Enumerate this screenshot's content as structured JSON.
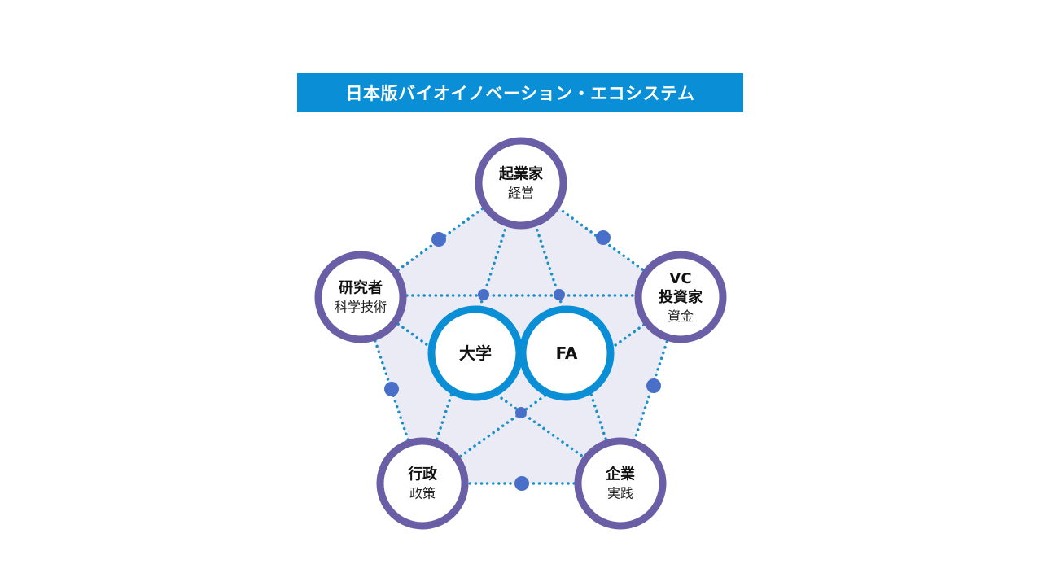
{
  "title": "日本版バイオイノベーション・エコシステム",
  "colors": {
    "title_bg": "#0a8fd6",
    "title_text": "#ffffff",
    "outer_ring": "#6a5ea6",
    "inner_ring": "#0a8fd6",
    "connector": "#1a8fc8",
    "node_dot": "#4a6fc8",
    "pentagon_fill": "#ebebf5"
  },
  "nodes": [
    {
      "id": "entrepreneur",
      "lines": [
        "起業家"
      ],
      "sub": "経営"
    },
    {
      "id": "vc",
      "lines": [
        "VC",
        "投資家"
      ],
      "sub": "資金"
    },
    {
      "id": "company",
      "lines": [
        "企業"
      ],
      "sub": "実践"
    },
    {
      "id": "government",
      "lines": [
        "行政"
      ],
      "sub": "政策"
    },
    {
      "id": "researcher",
      "lines": [
        "研究者"
      ],
      "sub": "科学技術"
    }
  ],
  "center": [
    {
      "id": "university",
      "label": "大学"
    },
    {
      "id": "fa",
      "label": "FA"
    }
  ]
}
